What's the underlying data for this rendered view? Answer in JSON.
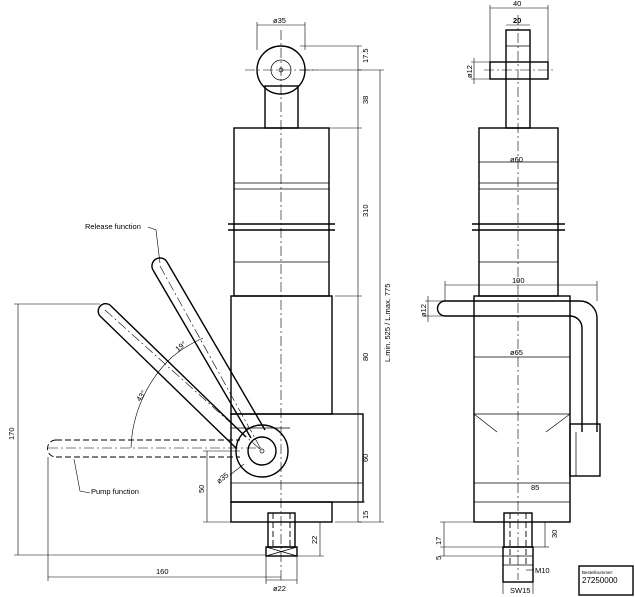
{
  "dimensions": {
    "eye_diameter": "ø35",
    "eye_offset": "17.5",
    "rod_top": "38",
    "cylinder_length": "310",
    "middle_length": "80",
    "base_length": "60",
    "bottom_length": "15",
    "total_length": "L.min. 525 / L.max. 775",
    "lever_height": "170",
    "lever_reach": "160",
    "pivot_offset": "50",
    "pivot_diameter": "ø35",
    "release_angle": "19°",
    "pump_angle": "43°",
    "stub_length": "22",
    "stub_diameter": "ø22",
    "side_width": "40",
    "side_inner": "20",
    "pin_diameter": "ø12",
    "cylinder_diameter": "ø60",
    "handle_span": "100",
    "handle_diameter": "ø12",
    "body_diameter": "ø65",
    "base_width": "85",
    "foot_17": "17",
    "foot_5": "5",
    "stub_30": "30",
    "thread": "M10",
    "wrench": "SW15"
  },
  "callouts": {
    "release": "Release function",
    "pump": "Pump function"
  },
  "title_block": {
    "label": "Bestellnummer:",
    "number": "27250000"
  }
}
